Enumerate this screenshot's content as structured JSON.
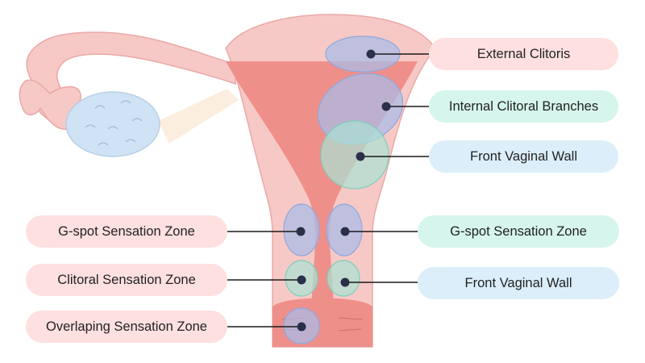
{
  "colors": {
    "tissue": "#f7c9c6",
    "tissue_outline": "#e9a9a6",
    "cavity": "#ef8f8a",
    "ovary": "#cfe3f4",
    "ligament": "#fbeede",
    "blue_zone": "#a9bde9",
    "green_zone": "#a9e3d4",
    "leader": "#1a1a1a",
    "label_pink": "#fde0df",
    "label_mint": "#d6f5ec",
    "label_blue": "#dbeefa"
  },
  "labels": {
    "external_clitoris": "External Clitoris",
    "internal_clitoral_branches": "Internal Clitoral Branches",
    "front_vaginal_wall_upper": "Front Vaginal Wall",
    "gspot_left": "G-spot Sensation Zone",
    "gspot_right": "G-spot Sensation Zone",
    "clitoral_sensation_zone": "Clitoral Sensation Zone",
    "front_vaginal_wall_lower": "Front Vaginal Wall",
    "overlapping_sensation_zone": "Overlaping Sensation Zone"
  }
}
